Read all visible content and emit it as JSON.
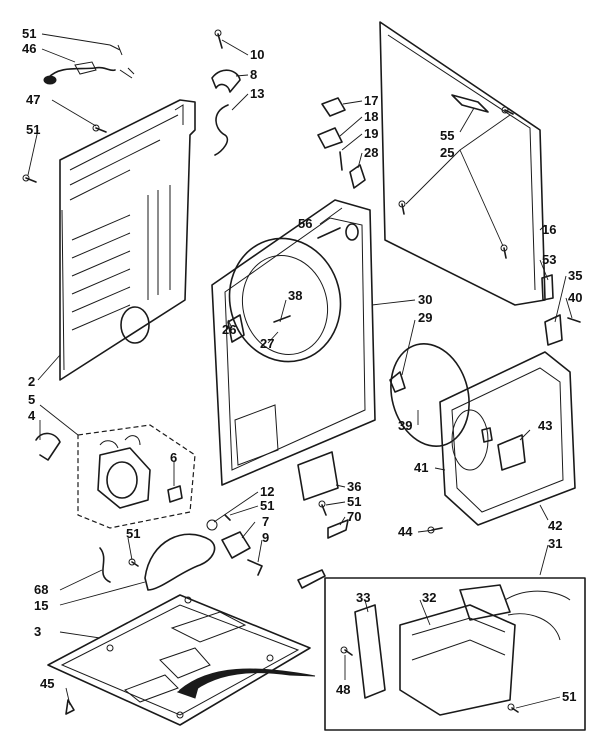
{
  "diagram": {
    "ink_color": "#1a1a1a",
    "background_color": "#ffffff",
    "callouts": [
      "51",
      "46",
      "10",
      "8",
      "13",
      "17",
      "18",
      "19",
      "28",
      "47",
      "51",
      "55",
      "25",
      "56",
      "16",
      "53",
      "35",
      "40",
      "30",
      "29",
      "38",
      "26",
      "27",
      "2",
      "5",
      "4",
      "6",
      "39",
      "43",
      "41",
      "12",
      "51",
      "36",
      "51",
      "7",
      "70",
      "9",
      "44",
      "42",
      "31",
      "51",
      "68",
      "15",
      "3",
      "33",
      "32",
      "48",
      "45",
      "51"
    ]
  }
}
